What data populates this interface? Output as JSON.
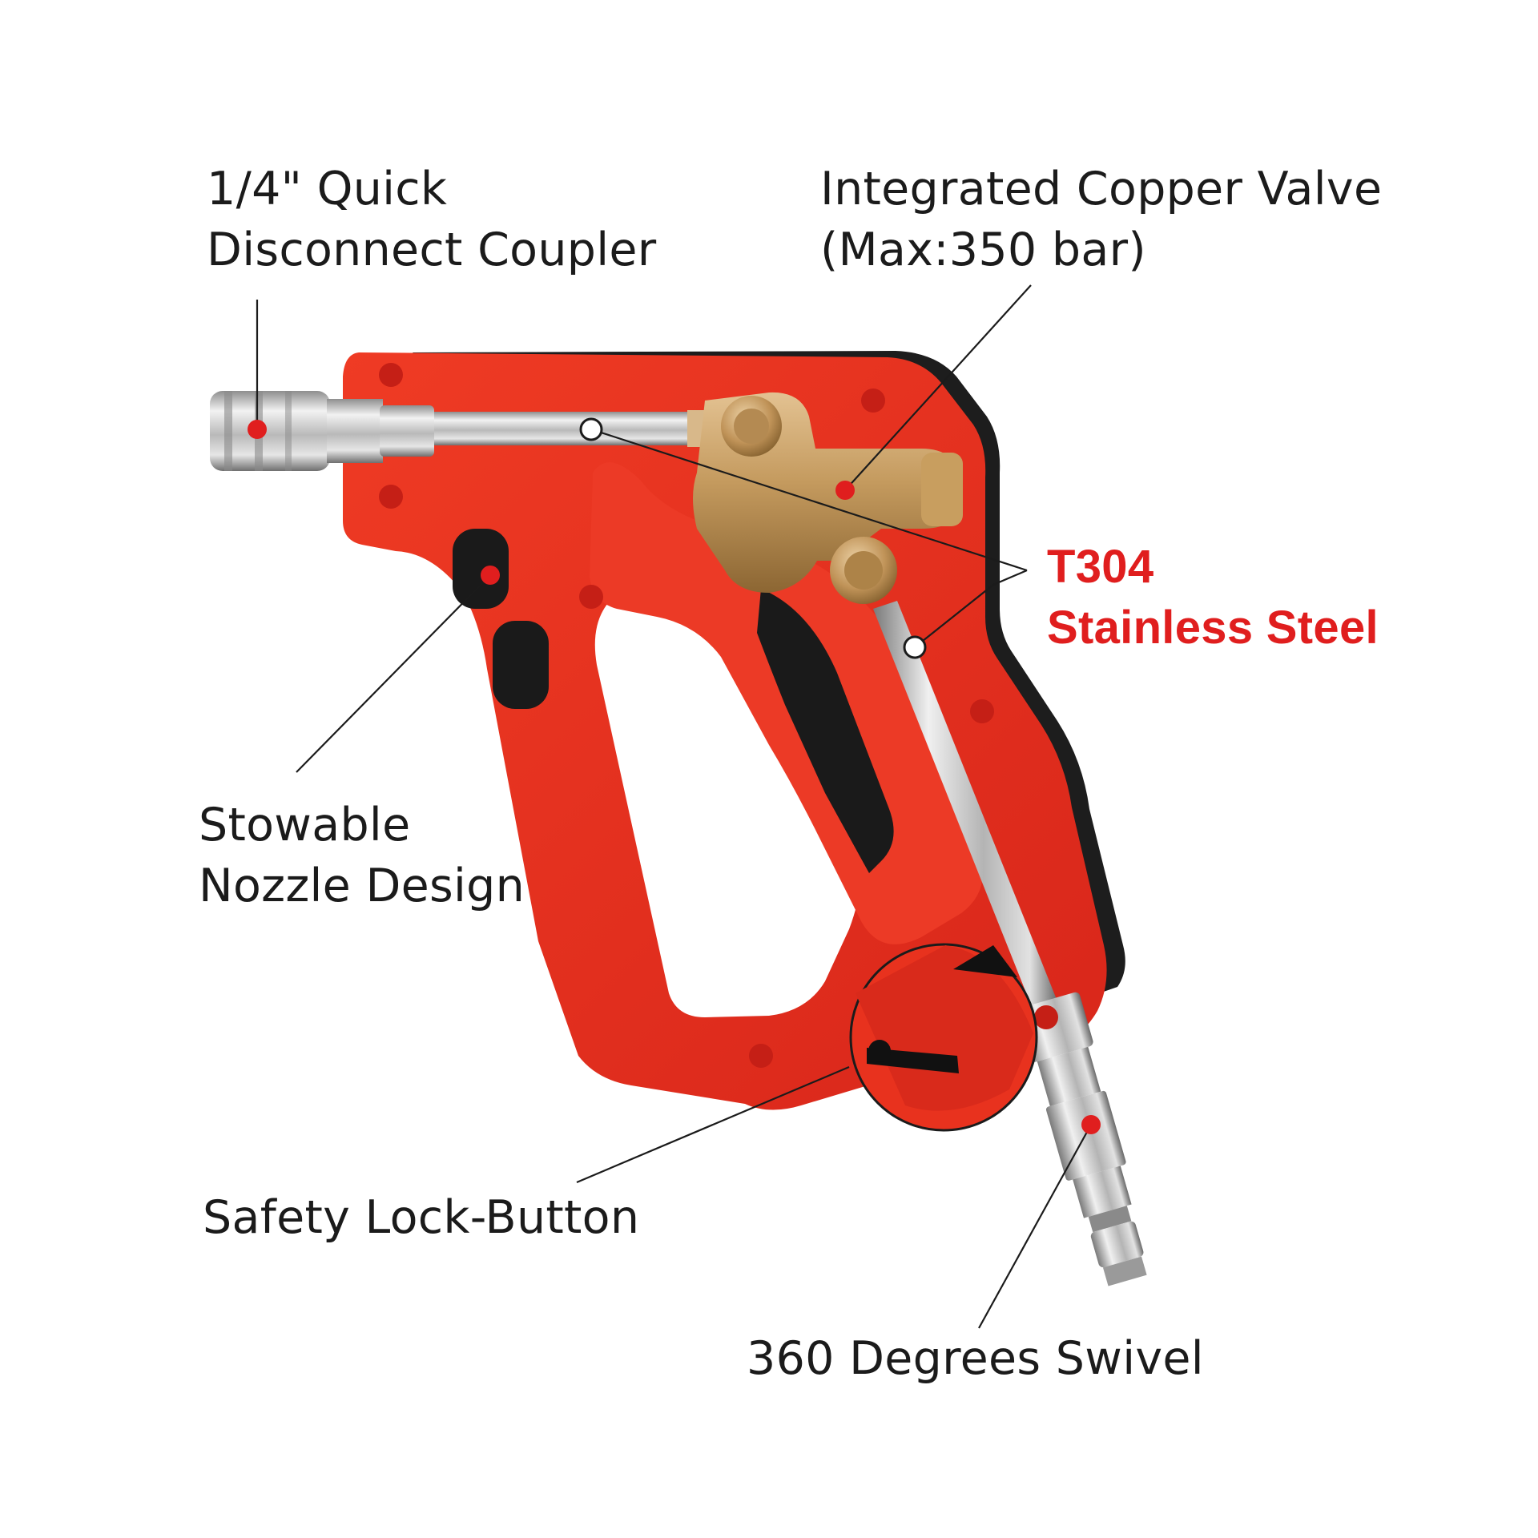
{
  "labels": {
    "coupler": [
      "1/4\" Quick",
      "Disconnect Coupler"
    ],
    "valve": [
      "Integrated Copper Valve",
      "(Max:350 bar)"
    ],
    "steel": [
      "T304",
      "Stainless Steel"
    ],
    "stowable": [
      "Stowable",
      "Nozzle Design"
    ],
    "safety": "Safety Lock-Button",
    "swivel": "360 Degrees Swivel"
  },
  "colors": {
    "background": "#ffffff",
    "text": "#1b1b1b",
    "accent_red": "#e01e1e",
    "gun_body": "#e8321e",
    "metal": "#c7c7c7",
    "brass": "#c49a5e"
  }
}
